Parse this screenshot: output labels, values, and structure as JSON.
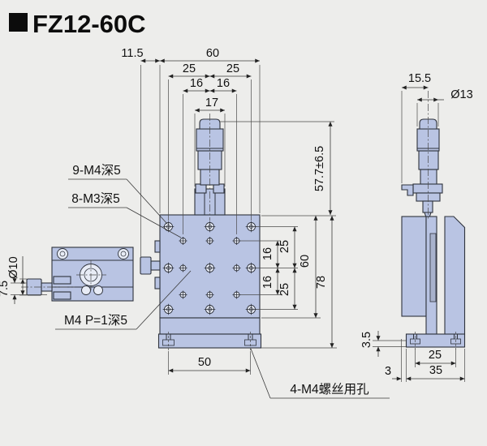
{
  "title": "FZ12-60C",
  "colors": {
    "background": "#ededeb",
    "part_fill": "#b9c4e3",
    "outline": "#2f333c",
    "dim_text": "#111111"
  },
  "front_view": {
    "top_dims": {
      "knob_offset": "11.5",
      "stage_width": "60",
      "hole_span_left": "25",
      "hole_span_right": "25",
      "m3_span_left": "16",
      "m3_span_right": "16",
      "block_width": "17"
    },
    "side_dims": {
      "travel_height": "57.7±6.5",
      "stage_height": "60",
      "total_height": "78",
      "v25_top": "25",
      "v16_top": "16",
      "v16_bottom": "16",
      "v25_bottom": "25"
    },
    "bottom_dims": {
      "slot_span": "50"
    },
    "labels": {
      "holes_m4": "9-M4深5",
      "holes_m3": "8-M3深5",
      "center_hole": "M4 P=1深5",
      "base_holes": "4-M4螺丝用孔"
    }
  },
  "left_view": {
    "dims": {
      "knob_dia": "Ø10",
      "axis_offset": "7.5"
    }
  },
  "right_view": {
    "dims": {
      "axis_offset": "15.5",
      "thimble_dia": "Ø13",
      "lip_height": "3.5",
      "slot_span": "25",
      "edge_offset": "3",
      "base_width": "35"
    }
  }
}
